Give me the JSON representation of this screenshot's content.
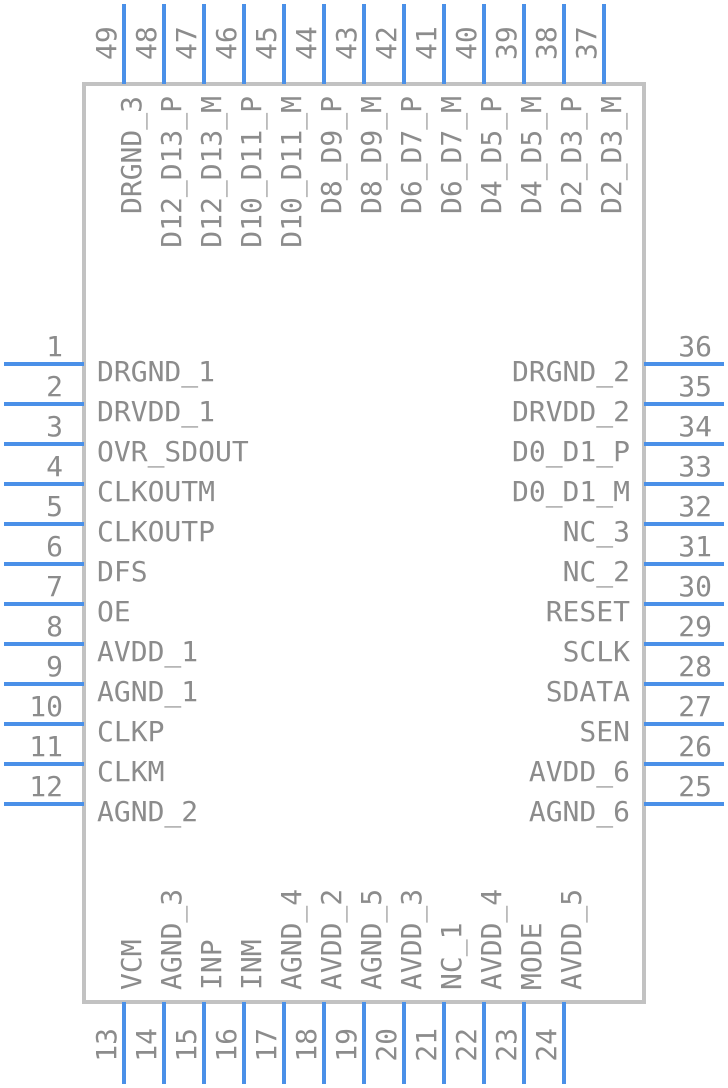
{
  "pins": {
    "left": [
      {
        "num": "1",
        "label": "DRGND_1"
      },
      {
        "num": "2",
        "label": "DRVDD_1"
      },
      {
        "num": "3",
        "label": "OVR_SDOUT"
      },
      {
        "num": "4",
        "label": "CLKOUTM"
      },
      {
        "num": "5",
        "label": "CLKOUTP"
      },
      {
        "num": "6",
        "label": "DFS"
      },
      {
        "num": "7",
        "label": "OE"
      },
      {
        "num": "8",
        "label": "AVDD_1"
      },
      {
        "num": "9",
        "label": "AGND_1"
      },
      {
        "num": "10",
        "label": "CLKP"
      },
      {
        "num": "11",
        "label": "CLKM"
      },
      {
        "num": "12",
        "label": "AGND_2"
      }
    ],
    "bottom": [
      {
        "num": "13",
        "label": "VCM"
      },
      {
        "num": "14",
        "label": "AGND_3"
      },
      {
        "num": "15",
        "label": "INP"
      },
      {
        "num": "16",
        "label": "INM"
      },
      {
        "num": "17",
        "label": "AGND_4"
      },
      {
        "num": "18",
        "label": "AVDD_2"
      },
      {
        "num": "19",
        "label": "AGND_5"
      },
      {
        "num": "20",
        "label": "AVDD_3"
      },
      {
        "num": "21",
        "label": "NC_1"
      },
      {
        "num": "22",
        "label": "AVDD_4"
      },
      {
        "num": "23",
        "label": "MODE"
      },
      {
        "num": "24",
        "label": "AVDD_5"
      }
    ],
    "right": [
      {
        "num": "25",
        "label": "AGND_6"
      },
      {
        "num": "26",
        "label": "AVDD_6"
      },
      {
        "num": "27",
        "label": "SEN"
      },
      {
        "num": "28",
        "label": "SDATA"
      },
      {
        "num": "29",
        "label": "SCLK"
      },
      {
        "num": "30",
        "label": "RESET"
      },
      {
        "num": "31",
        "label": "NC_2"
      },
      {
        "num": "32",
        "label": "NC_3"
      },
      {
        "num": "33",
        "label": "D0_D1_M"
      },
      {
        "num": "34",
        "label": "D0_D1_P"
      },
      {
        "num": "35",
        "label": "DRVDD_2"
      },
      {
        "num": "36",
        "label": "DRGND_2"
      }
    ],
    "top": [
      {
        "num": "37",
        "label": "D2_D3_M"
      },
      {
        "num": "38",
        "label": "D2_D3_P"
      },
      {
        "num": "39",
        "label": "D4_D5_M"
      },
      {
        "num": "40",
        "label": "D4_D5_P"
      },
      {
        "num": "41",
        "label": "D6_D7_M"
      },
      {
        "num": "42",
        "label": "D6_D7_P"
      },
      {
        "num": "43",
        "label": "D8_D9_M"
      },
      {
        "num": "44",
        "label": "D8_D9_P"
      },
      {
        "num": "45",
        "label": "D10_D11_M"
      },
      {
        "num": "46",
        "label": "D10_D11_P"
      },
      {
        "num": "47",
        "label": "D12_D13_M"
      },
      {
        "num": "48",
        "label": "D12_D13_P"
      },
      {
        "num": "49",
        "label": "DRGND_3"
      }
    ]
  },
  "colors": {
    "pin": "#4a90e8",
    "body": "#c2c2c2",
    "text": "#8c8c8c"
  }
}
